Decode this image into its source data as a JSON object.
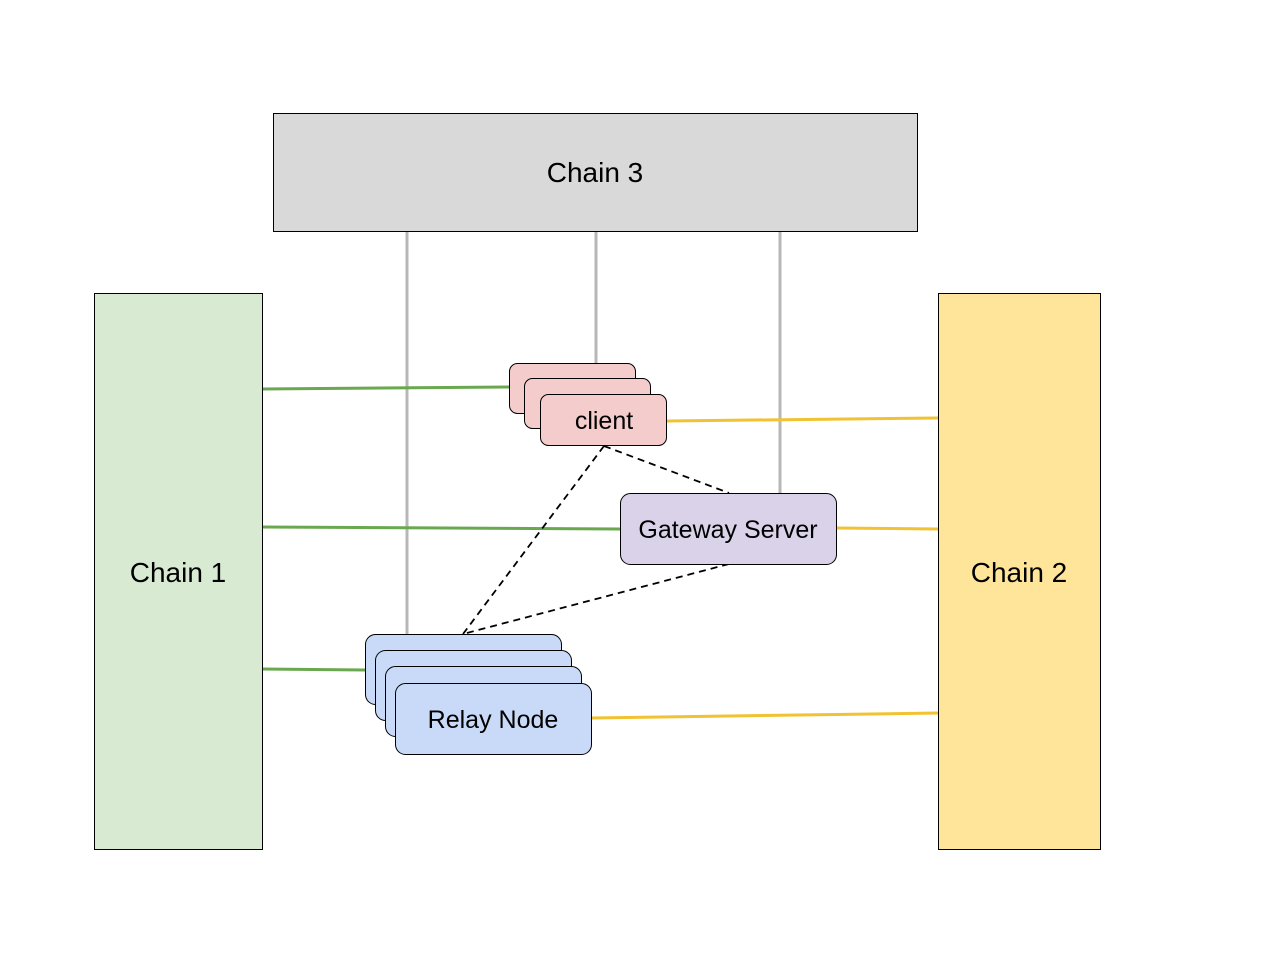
{
  "nodes": {
    "chain3": {
      "label": "Chain 3"
    },
    "chain1": {
      "label": "Chain 1"
    },
    "chain2": {
      "label": "Chain 2"
    },
    "client": {
      "label": "client"
    },
    "gateway": {
      "label": "Gateway Server"
    },
    "relay": {
      "label": "Relay Node"
    }
  },
  "colors": {
    "chain3_fill": "#d9d9d9",
    "chain1_fill": "#d9ead3",
    "chain2_fill": "#ffe599",
    "client_fill": "#f4cccc",
    "gateway_fill": "#d9d2e9",
    "relay_fill": "#c9daf8",
    "chain3_link": "#b7b7b7",
    "chain1_link": "#6aa84f",
    "chain2_link": "#f1c232",
    "peer_link": "#000000"
  }
}
